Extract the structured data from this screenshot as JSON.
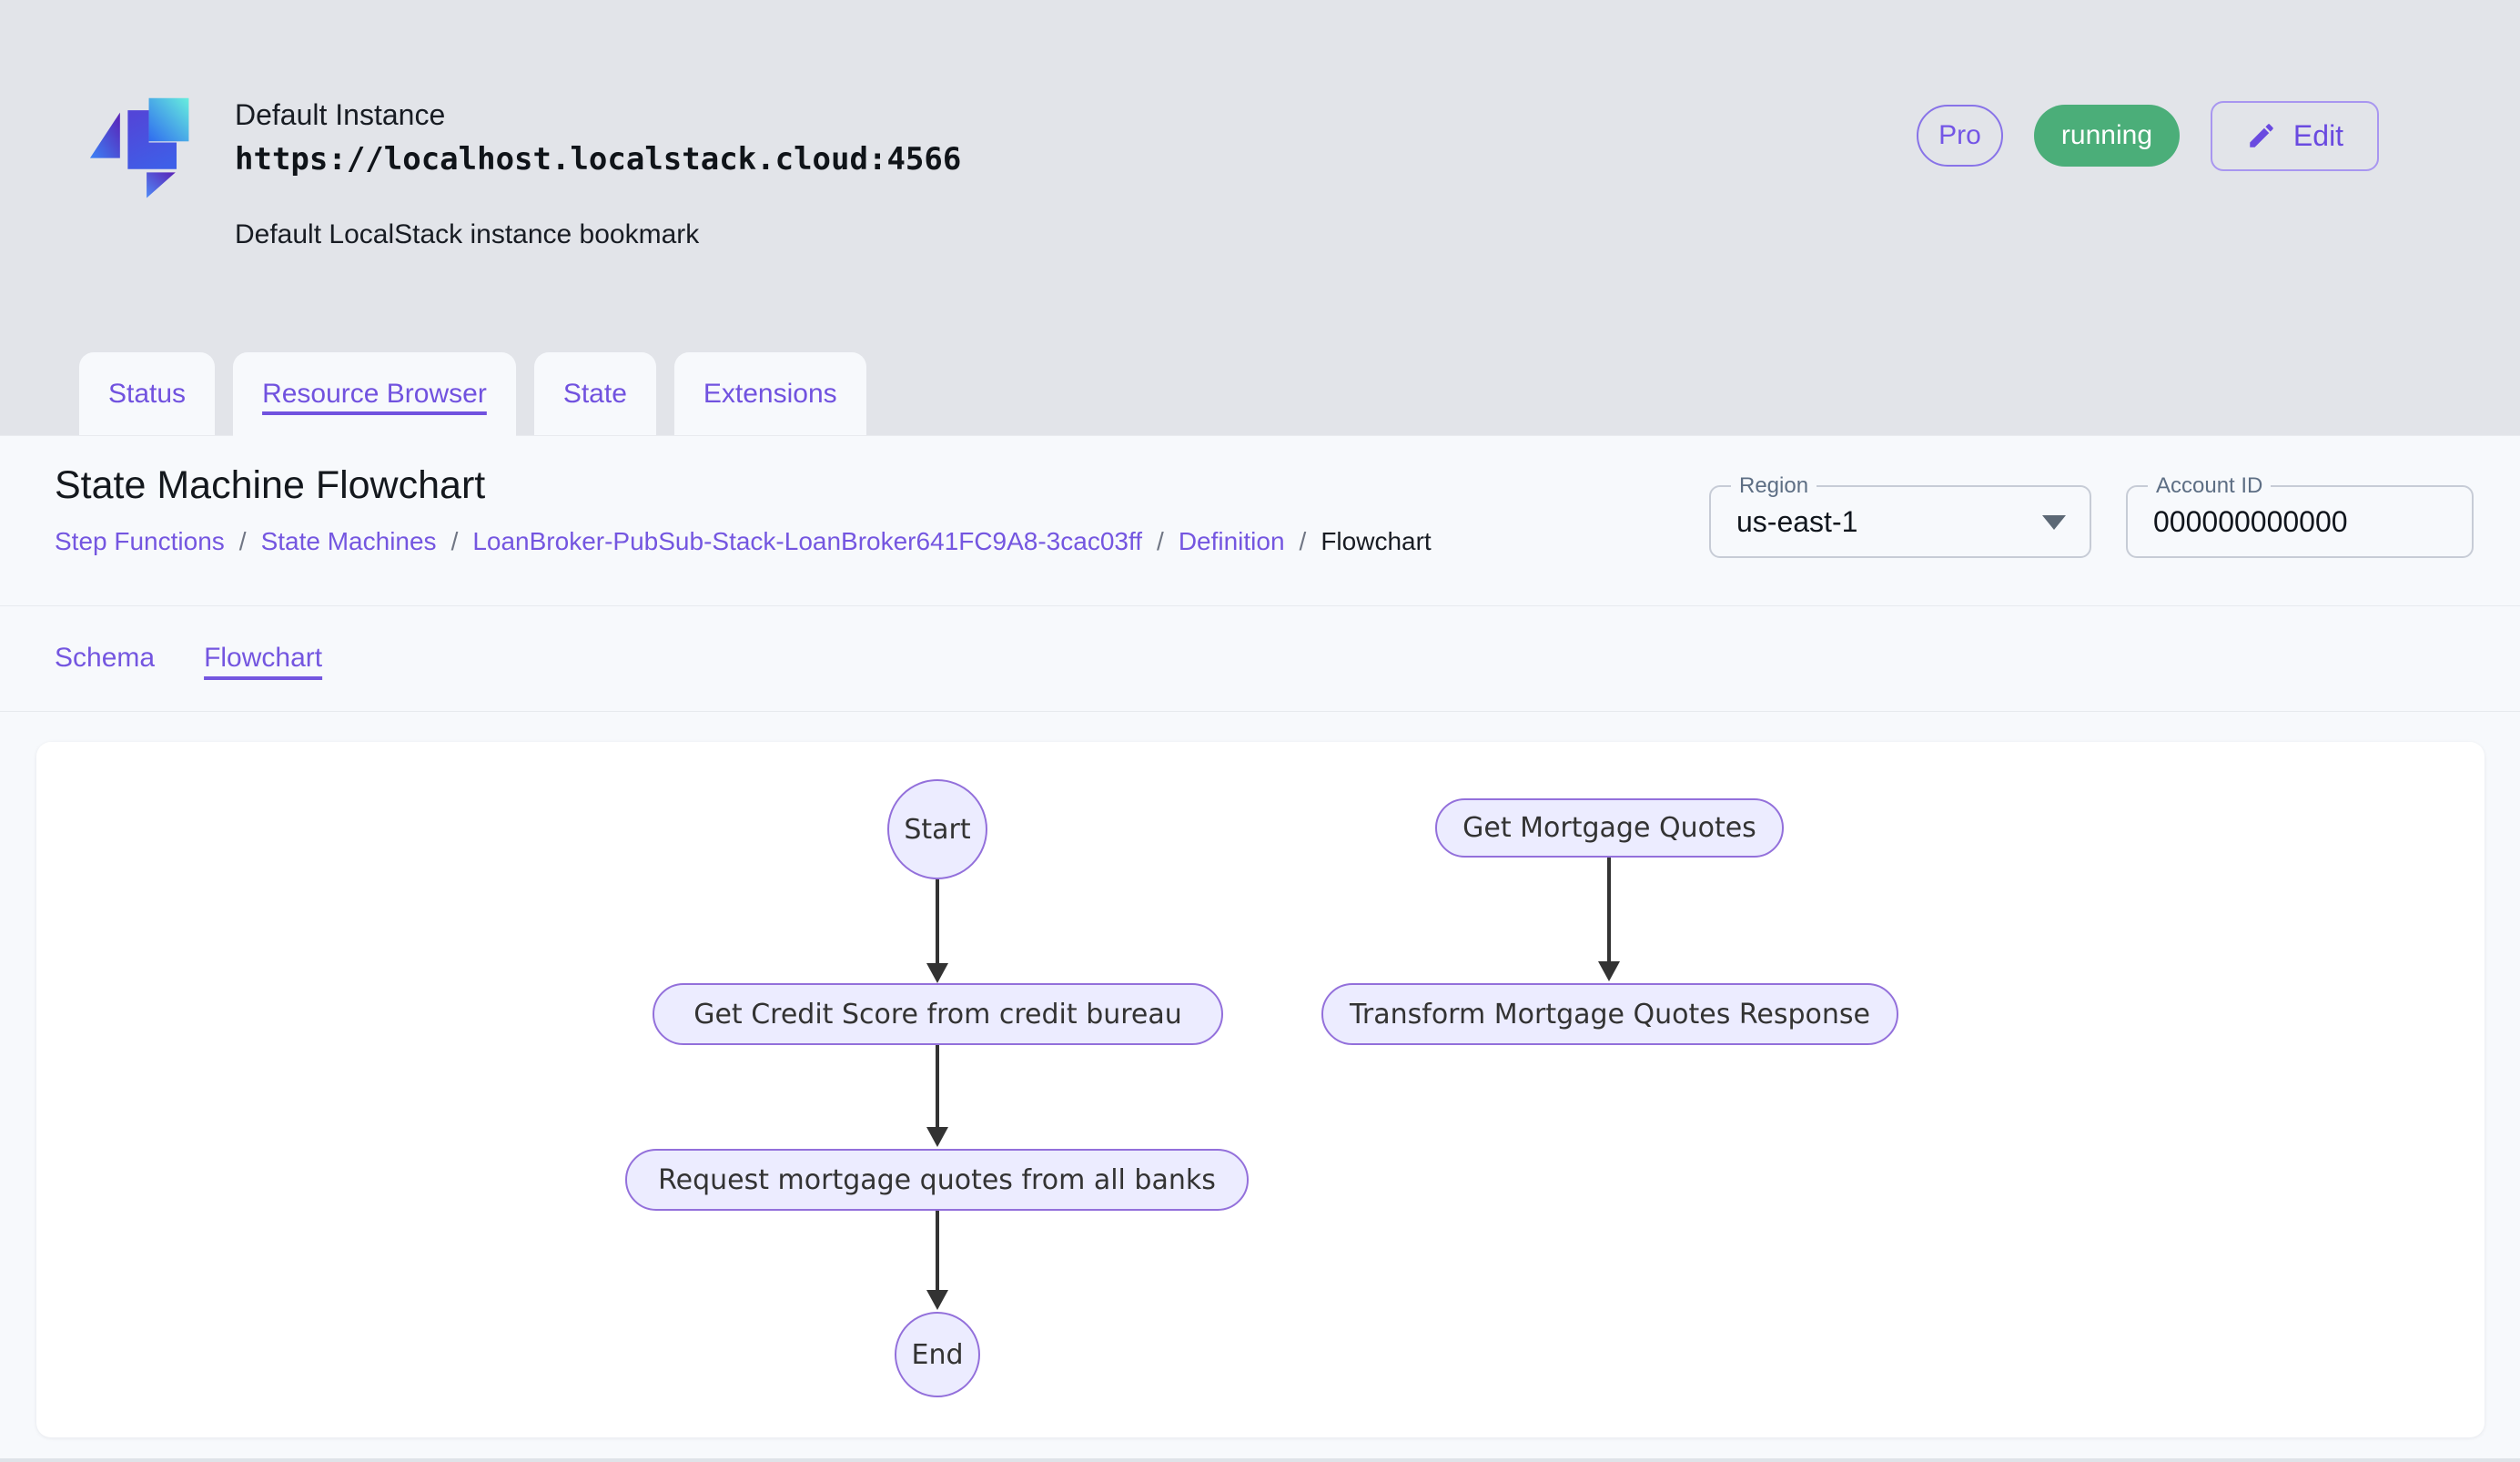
{
  "header": {
    "instance_name": "Default Instance",
    "instance_url": "https://localhost.localstack.cloud:4566",
    "instance_description": "Default LocalStack instance bookmark",
    "pro_badge": "Pro",
    "status_badge": "running",
    "edit_button": "Edit"
  },
  "tabs": [
    {
      "label": "Status",
      "active": false
    },
    {
      "label": "Resource Browser",
      "active": true
    },
    {
      "label": "State",
      "active": false
    },
    {
      "label": "Extensions",
      "active": false
    }
  ],
  "page": {
    "title": "State Machine Flowchart",
    "breadcrumb": {
      "separator": "/",
      "items": [
        {
          "label": "Step Functions"
        },
        {
          "label": "State Machines"
        },
        {
          "label": "LoanBroker-PubSub-Stack-LoanBroker641FC9A8-3cac03ff"
        },
        {
          "label": "Definition"
        },
        {
          "label": "Flowchart"
        }
      ]
    },
    "region": {
      "label": "Region",
      "value": "us-east-1"
    },
    "account": {
      "label": "Account ID",
      "value": "000000000000"
    },
    "subtabs": [
      {
        "label": "Schema",
        "active": false
      },
      {
        "label": "Flowchart",
        "active": true
      }
    ]
  },
  "flowchart": {
    "nodes": [
      {
        "id": "start",
        "type": "circle",
        "label": "Start"
      },
      {
        "id": "get-credit-score",
        "type": "stadium",
        "label": "Get Credit Score from credit bureau"
      },
      {
        "id": "request-quotes",
        "type": "stadium",
        "label": "Request mortgage quotes from all banks"
      },
      {
        "id": "end",
        "type": "circle",
        "label": "End"
      },
      {
        "id": "get-mortgage-quotes",
        "type": "stadium",
        "label": "Get Mortgage Quotes"
      },
      {
        "id": "transform-response",
        "type": "stadium",
        "label": "Transform Mortgage Quotes Response"
      }
    ],
    "edges": [
      {
        "from": "start",
        "to": "get-credit-score"
      },
      {
        "from": "get-credit-score",
        "to": "request-quotes"
      },
      {
        "from": "request-quotes",
        "to": "end"
      },
      {
        "from": "get-mortgage-quotes",
        "to": "transform-response"
      }
    ]
  },
  "colors": {
    "accent_purple": "#7456e0",
    "running_green": "#4bae79",
    "node_fill": "#ececff",
    "node_border": "#9370db",
    "arrow": "#333333",
    "page_background": "#e2e4e9",
    "panel_background": "#f7f9fc"
  }
}
